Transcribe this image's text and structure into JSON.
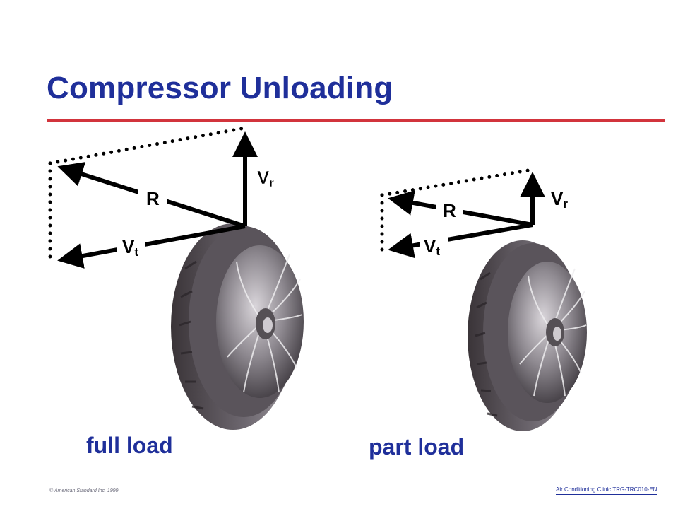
{
  "title": "Compressor Unloading",
  "colors": {
    "title": "#1f2f9a",
    "rule": "#d2343c",
    "vector": "#000000",
    "impeller_body": "#6e6870",
    "impeller_dark": "#3a3438",
    "impeller_light": "#bdb8be"
  },
  "full_load": {
    "caption": "full load",
    "labels": {
      "vr": "V",
      "vr_sub": "r",
      "r": "R",
      "vt": "V",
      "vt_sub": "t"
    }
  },
  "part_load": {
    "caption": "part load",
    "labels": {
      "vr": "V",
      "vr_sub": "r",
      "r": "R",
      "vt": "V",
      "vt_sub": "t"
    }
  },
  "footer": {
    "copyright": "© American Standard Inc. 1999",
    "course_ref": "Air Conditioning Clinic TRG-TRC010-EN"
  }
}
